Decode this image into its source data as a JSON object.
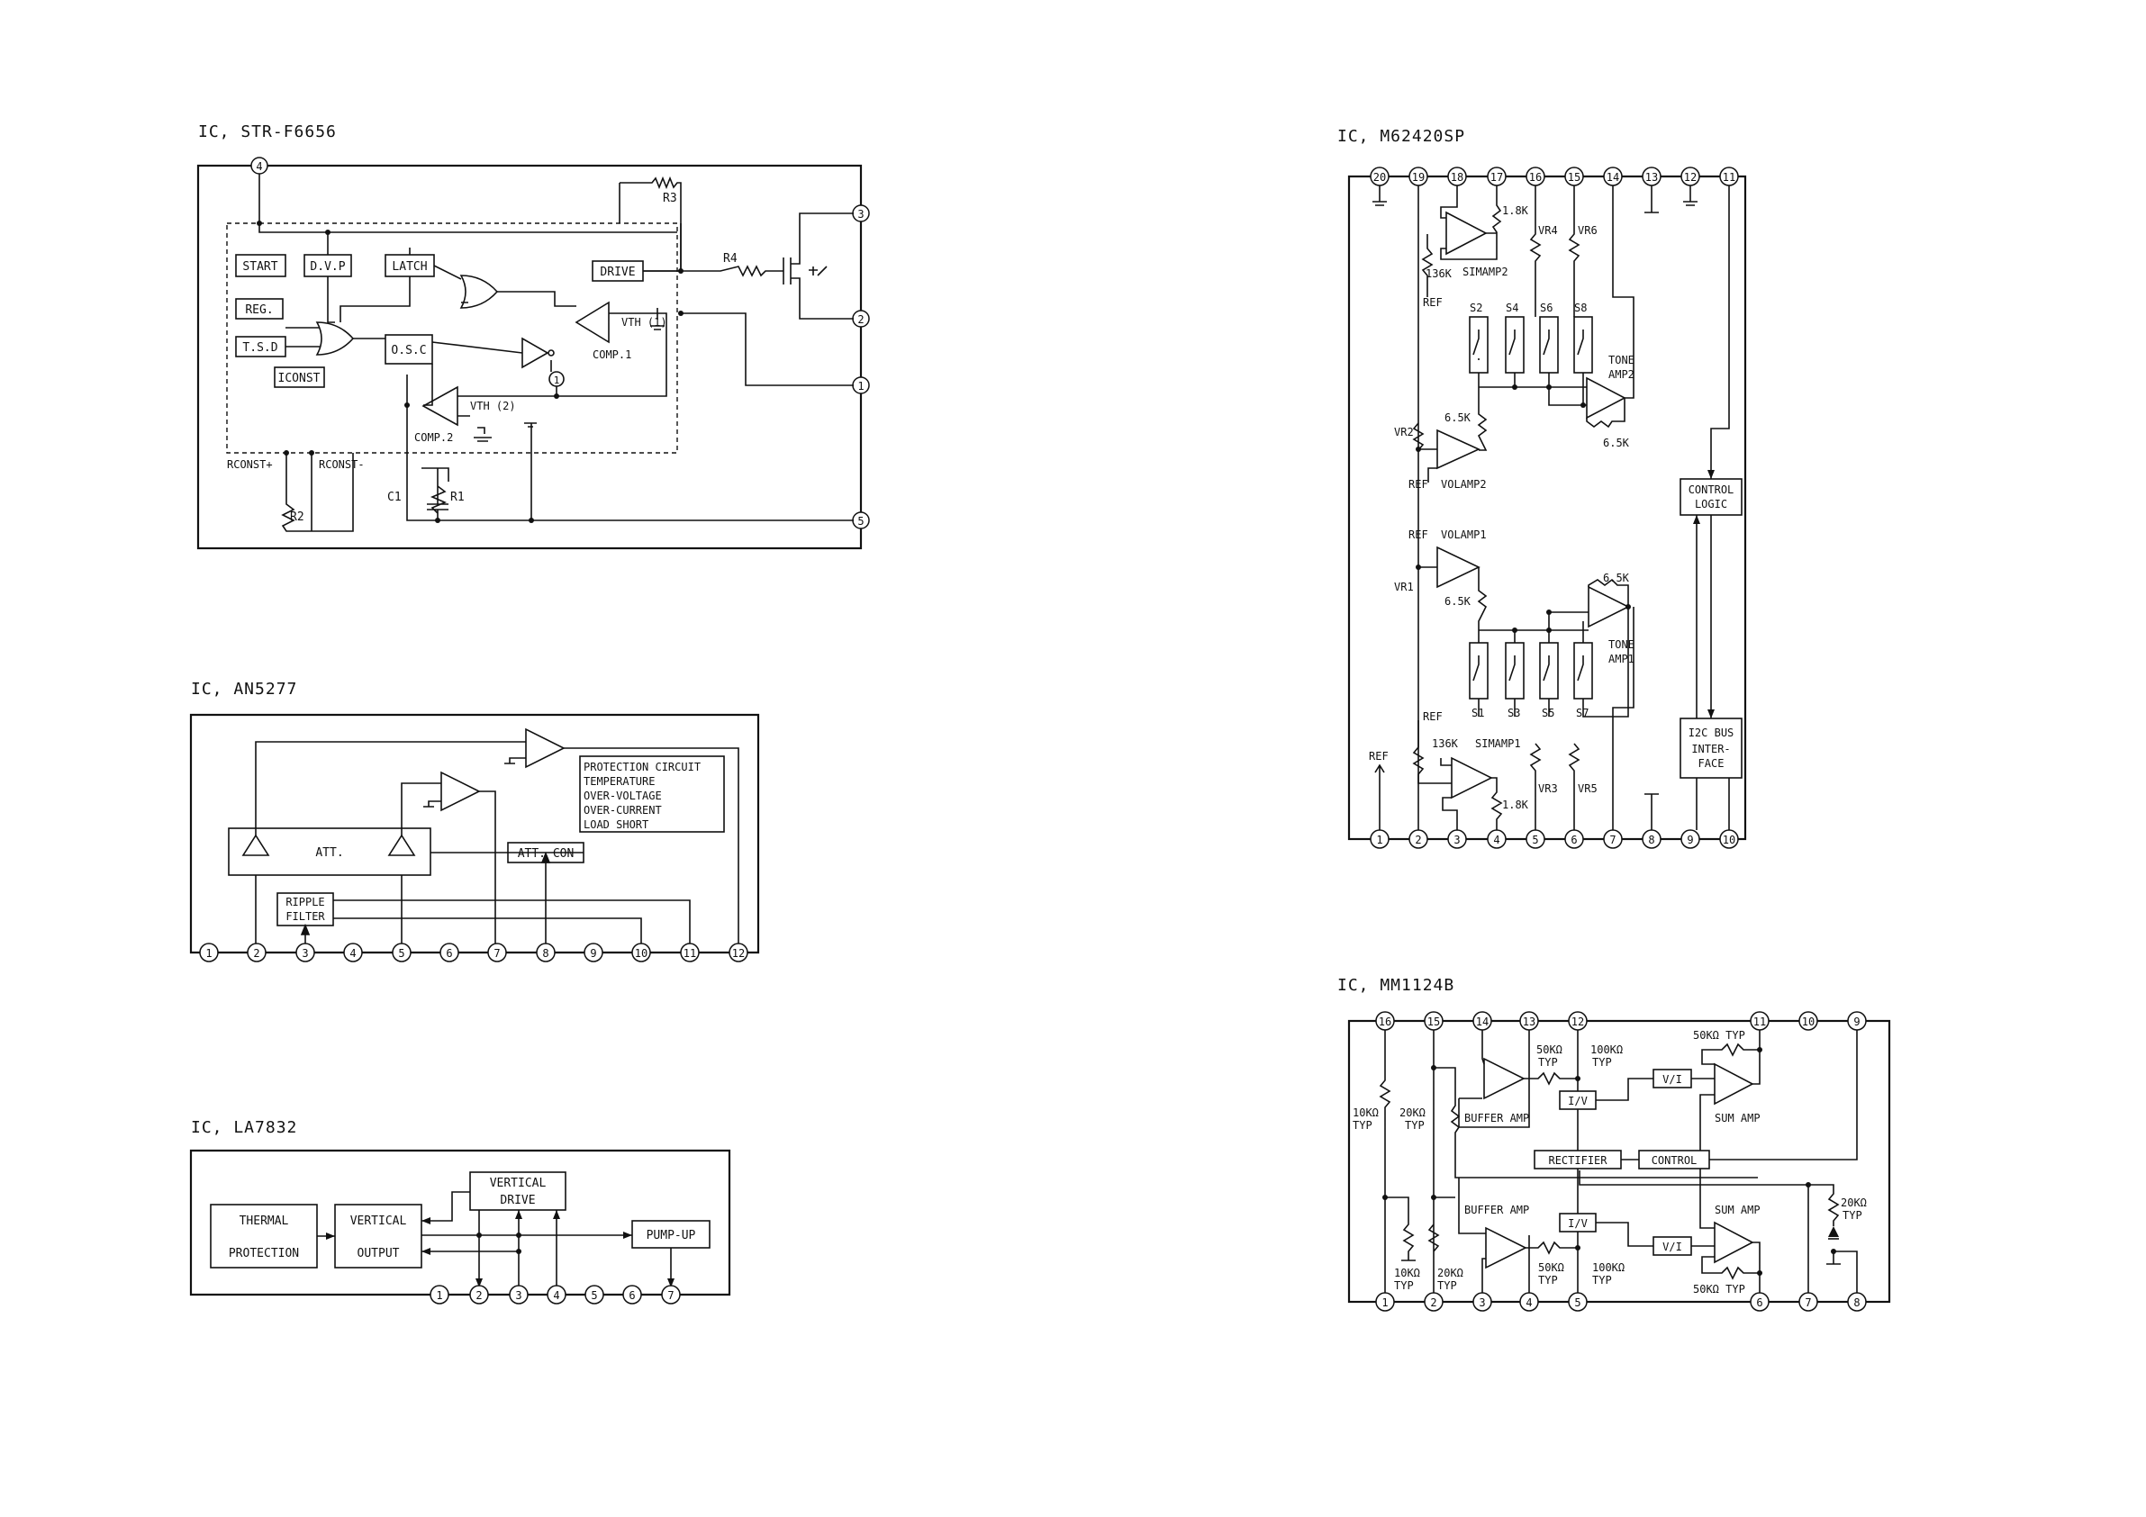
{
  "str": {
    "title": "IC, STR-F6656",
    "pins": [
      "4",
      "3",
      "2",
      "1",
      "5"
    ],
    "blocks": {
      "start": "START",
      "dvp": "D.V.P",
      "latch": "LATCH",
      "reg": "REG.",
      "tsd": "T.S.D",
      "iconst": "ICONST",
      "osc": "O.S.C",
      "drive": "DRIVE"
    },
    "labels": {
      "r3": "R3",
      "r4": "R4",
      "vth1": "VTH (1)",
      "comp1": "COMP.1",
      "vth2": "VTH (2)",
      "comp2": "COMP.2",
      "rconst_p": "RCONST+",
      "rconst_m": "RCONST-",
      "r2": "R2",
      "c1": "C1",
      "r1": "R1",
      "node1": "1"
    }
  },
  "an": {
    "title": "IC, AN5277",
    "pins": [
      "1",
      "2",
      "3",
      "4",
      "5",
      "6",
      "7",
      "8",
      "9",
      "10",
      "11",
      "12"
    ],
    "blocks": {
      "att": "ATT.",
      "attcon": "ATT. CON",
      "ripple": "RIPPLE",
      "filter": "FILTER"
    },
    "protection": [
      "PROTECTION CIRCUIT",
      "TEMPERATURE",
      "OVER-VOLTAGE",
      "OVER-CURRENT",
      "LOAD SHORT"
    ]
  },
  "la": {
    "title": "IC, LA7832",
    "pins": [
      "1",
      "2",
      "3",
      "4",
      "5",
      "6",
      "7"
    ],
    "blocks": {
      "thermal1": "THERMAL",
      "thermal2": "PROTECTION",
      "vout1": "VERTICAL",
      "vout2": "OUTPUT",
      "vdrive1": "VERTICAL",
      "vdrive2": "DRIVE",
      "pump": "PUMP-UP"
    }
  },
  "m6": {
    "title": "IC, M62420SP",
    "pins_top": [
      "20",
      "19",
      "18",
      "17",
      "16",
      "15",
      "14",
      "13",
      "12",
      "11"
    ],
    "pins_bottom": [
      "1",
      "2",
      "3",
      "4",
      "5",
      "6",
      "7",
      "8",
      "9",
      "10"
    ],
    "labels": {
      "r18k_top": "1.8K",
      "r136k_top": "136K",
      "simamp2": "SIMAMP2",
      "ref_a": "REF",
      "vr4": "VR4",
      "vr6": "VR6",
      "s2": "S2",
      "s4": "S4",
      "s6": "S6",
      "s8": "S8",
      "tone2a": "TONE",
      "tone2b": "AMP2",
      "r65_a": "6.5K",
      "r65_b": "6.5K",
      "vr2": "VR2",
      "ref_b": "REF",
      "volamp2": "VOLAMP2",
      "ctrl1": "CONTROL",
      "ctrl2": "LOGIC",
      "ref_c": "REF",
      "volamp1": "VOLAMP1",
      "vr1": "VR1",
      "r65_c": "6.5K",
      "r65_d": "6.5K",
      "tone1a": "TONE",
      "tone1b": "AMP1",
      "s1": "S1",
      "s3": "S3",
      "s5": "S5",
      "s7": "S7",
      "ref_d": "REF",
      "r136k_bot": "136K",
      "simamp1": "SIMAMP1",
      "ref_e": "REF",
      "vr3": "VR3",
      "vr5": "VR5",
      "r18k_bot": "1.8K",
      "i2c1": "I2C BUS",
      "i2c2": "INTER-",
      "i2c3": "FACE"
    }
  },
  "mm": {
    "title": "IC, MM1124B",
    "pins_top": [
      "16",
      "15",
      "14",
      "13",
      "12",
      "11",
      "10",
      "9"
    ],
    "pins_bottom": [
      "1",
      "2",
      "3",
      "4",
      "5",
      "6",
      "7",
      "8"
    ],
    "labels": {
      "r50a": "50KΩ",
      "typa": "TYP",
      "r100a": "100KΩ",
      "typb": "TYP",
      "r50b": "50KΩ TYP",
      "r10a": "10KΩ",
      "typc": "TYP",
      "r20a": "20KΩ",
      "typd": "TYP",
      "buf1": "BUFFER AMP",
      "iv1": "I/V",
      "vi1": "V/I",
      "sum1": "SUM AMP",
      "rect": "RECTIFIER",
      "ctrl": "CONTROL",
      "buf2": "BUFFER AMP",
      "iv2": "I/V",
      "vi2": "V/I",
      "sum2": "SUM AMP",
      "r20b": "20KΩ",
      "type": "TYP",
      "r10b": "10KΩ",
      "typf": "TYP",
      "r20c": "20KΩ",
      "typg": "TYP",
      "r50c": "50KΩ",
      "typh": "TYP",
      "r100b": "100KΩ",
      "typi": "TYP",
      "r50d": "50KΩ TYP"
    }
  }
}
